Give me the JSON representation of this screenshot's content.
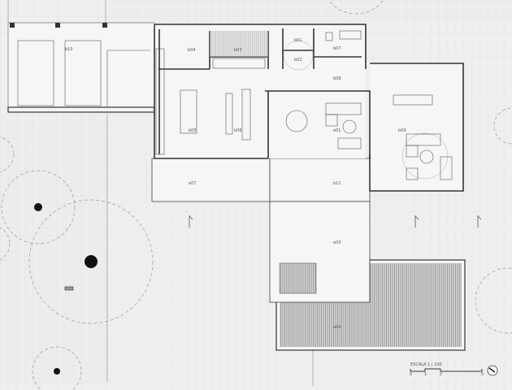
{
  "plan": {
    "rooms": {
      "b01": "b01",
      "b02": "b02",
      "b03": "b03",
      "b04": "b04",
      "b05": "b05",
      "b06": "b06",
      "b07": "b07",
      "b08": "b08",
      "b09": "b09",
      "b10": "b10",
      "b11": "b11",
      "e01": "e01",
      "e03": "e03",
      "e04": "e04",
      "e07": "e07"
    },
    "scale": {
      "label": "ESCALA 1 | 100",
      "ticks": [
        "0",
        "1",
        "2",
        "5"
      ]
    },
    "colors": {
      "background": "#efefef",
      "wall": "#333333",
      "grid": "#dddddd",
      "hatch": "#888888"
    },
    "icons": [
      "north-arrow-icon",
      "tree-icon",
      "section-marker-icon"
    ]
  }
}
